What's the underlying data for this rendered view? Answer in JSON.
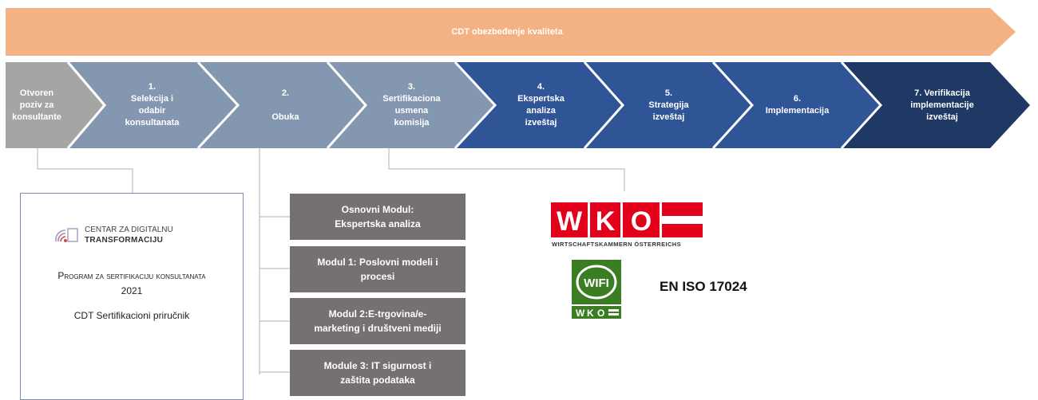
{
  "top_bar": {
    "label": "CDT obezbeđenje kvaliteta",
    "color": "#f4b183"
  },
  "steps": [
    {
      "label": "Otvoren\npoziv za\nkonsultante",
      "color": "#a5a5a5"
    },
    {
      "label": "1.\nSelekcija i\nodabir\nkonsultanata",
      "color": "#8497b0"
    },
    {
      "label": "2.\n\nObuka",
      "color": "#8497b0"
    },
    {
      "label": "3.\nSertifikaciona\nusmena\nkomisija",
      "color": "#8497b0"
    },
    {
      "label": "4.\nEkspertska\nanaliza\nizveštaj",
      "color": "#2f5597"
    },
    {
      "label": "5.\nStrategija\nizveštaj",
      "color": "#2f5597"
    },
    {
      "label": "6.\nImplementacija",
      "color": "#2f5597"
    },
    {
      "label": "7. Verifikacija\nimplementacije\nizveštaj",
      "color": "#1f3864"
    }
  ],
  "document": {
    "logo_line1": "CENTAR ZA DIGITALNU",
    "logo_line2": "TRANSFORMACIJU",
    "title_line1": "Program za sertifikaciju konsultanata",
    "title_line2": "2021",
    "subtitle": "CDT Sertifikacioni priručnik"
  },
  "modules": [
    "Osnovni Modul:\nEkspertska analiza",
    "Modul 1: Poslovni modeli i\nprocesi",
    "Modul 2:E-trgovina/e-\nmarketing i društveni mediji",
    "Module 3: IT sigurnost i\nzaštita podataka"
  ],
  "wko": {
    "letters": [
      "W",
      "K",
      "O"
    ],
    "tagline": "WIRTSCHAFTSKAMMERN ÖSTERREICHS",
    "color": "#e2001a"
  },
  "wifi": {
    "label": "WIFI",
    "sub_letters": [
      "W",
      "K",
      "O"
    ],
    "color": "#3a7d23"
  },
  "certification": "EN ISO 17024"
}
